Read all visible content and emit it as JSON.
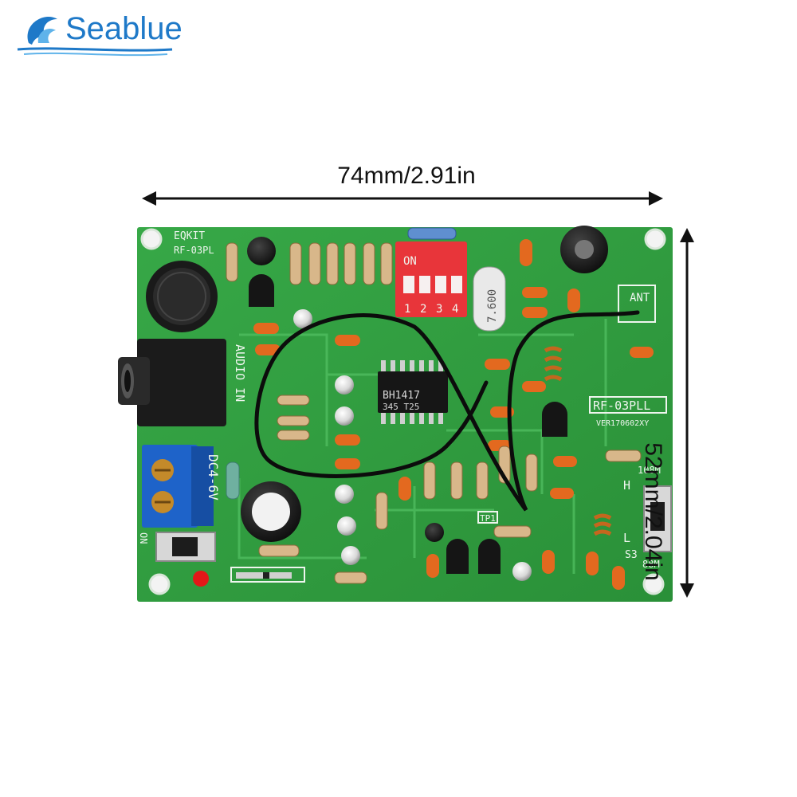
{
  "brand": {
    "name": "Seablue"
  },
  "dimensions": {
    "width_label": "74mm/2.91in",
    "height_label": "52mm/2.04in"
  },
  "board": {
    "model": "RF-03PLL",
    "brand_silk": "EQKIT",
    "top_silk": "RF-03PL",
    "version": "VER170602XY",
    "chip": "BH1417",
    "chip_code": "345 T25",
    "crystal": "7.600",
    "dip_label": "ON",
    "dip_switch_numbers": [
      "1",
      "2",
      "3",
      "4"
    ],
    "audio_label": "AUDIO IN",
    "power_label": "DC4-6V",
    "power_on": "ON",
    "ant_label": "ANT",
    "freq_high": "108M",
    "freq_low": "88M",
    "band_h": "H",
    "band_l": "L",
    "switch_label": "S3",
    "tp_label": "TP1",
    "colors": {
      "pcb": "#2e9a3c",
      "pcb_light": "#4cb05a",
      "silkscreen": "#eef5ee",
      "dip": "#e8353a",
      "capacitor": "#e06a20",
      "arrow": "#111111",
      "brand": "#1e79c8"
    }
  }
}
